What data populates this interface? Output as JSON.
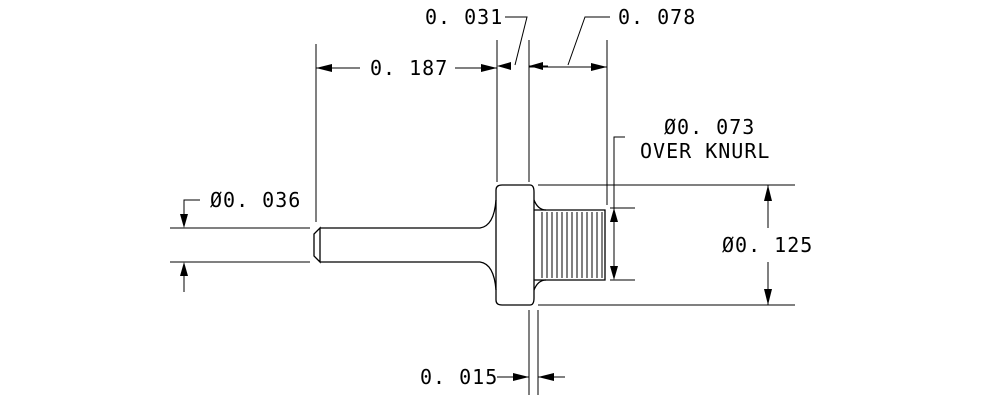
{
  "drawing": {
    "dimensions": {
      "thickness_dim": "0. 031",
      "knurl_length_dim": "0. 078",
      "shank_length_dim": "0. 187",
      "knurl_diameter_dim": "Ø0. 073",
      "knurl_note": "OVER KNURL",
      "shank_diameter_dim": "Ø0. 036",
      "head_diameter_dim": "Ø0. 125",
      "gap_dim": "0. 015"
    }
  }
}
